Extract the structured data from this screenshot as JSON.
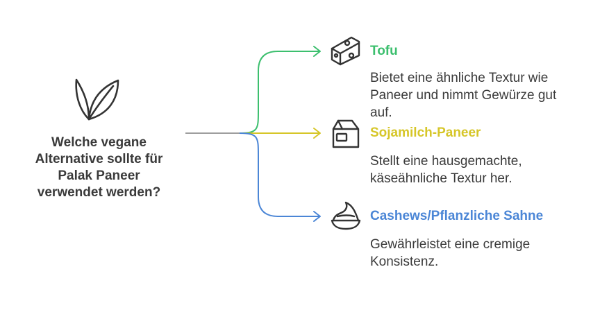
{
  "question": {
    "lines": [
      "Welche vegane",
      "Alternative sollte für",
      "Palak Paneer",
      "verwendet werden?"
    ],
    "icon": "leaf-icon"
  },
  "colors": {
    "stem": "#9e9e9e",
    "text": "#3a3a3a",
    "icon": "#333333"
  },
  "options": [
    {
      "title": "Tofu",
      "color": "#3cbf6e",
      "icon": "cheese-icon",
      "desc_lines": [
        "Bietet eine ähnliche Textur wie",
        "Paneer und nimmt Gewürze gut",
        "auf."
      ]
    },
    {
      "title": "Sojamilch-Paneer",
      "color": "#d6c628",
      "icon": "milk-carton-icon",
      "desc_lines": [
        "Stellt eine hausgemachte,",
        "käseähnliche Textur her."
      ]
    },
    {
      "title": "Cashews/Pflanzliche Sahne",
      "color": "#4b86d6",
      "icon": "cream-bowl-icon",
      "desc_lines": [
        "Gewährleistet eine cremige",
        "Konsistenz."
      ]
    }
  ]
}
